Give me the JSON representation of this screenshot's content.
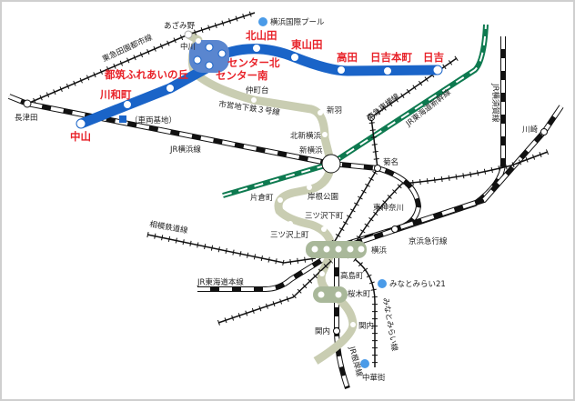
{
  "lines": {
    "blue_line": {
      "color": "#1a64c8"
    },
    "subway_3_color": "#c9cdb2",
    "den_en_toshi": "東急田園都市線",
    "jr_yokohama": "JR横浜線",
    "subway_3": "市営地下鉄３号線",
    "toyoko": "東急東横線",
    "shinkansen": "JR東海道新幹線",
    "shinkansen_color": "#0e7a50",
    "yokosuka": "JR横須賀線",
    "keikyu": "京浜急行線",
    "sotetsu": "相模鉄道線",
    "tokaido": "JR東海道本線",
    "minatomirai": "みなとみらい線",
    "negishi": "JR根岸線"
  },
  "red_stations": [
    "中山",
    "川和町",
    "都筑ふれあいの丘",
    "センター南",
    "センター北",
    "北山田",
    "東山田",
    "高田",
    "日吉本町",
    "日吉"
  ],
  "stations": {
    "nagatsuta": "長津田",
    "azamino": "あざみ野",
    "nakagawa": "中川",
    "nakamachidai": "仲町台",
    "nippa": "新羽",
    "kitashinyokohama": "北新横浜",
    "shinyokohama": "新横浜",
    "kikuna": "菊名",
    "kawasaki": "川崎",
    "higashikanagawa": "東神奈川",
    "kishinekoen": "岸根公園",
    "katakuracho": "片倉町",
    "mitsuzawashimo": "三ツ沢下町",
    "mitsuzawakami": "三ツ沢上町",
    "yokohama": "横浜",
    "takashimacho": "高島町",
    "sakuragicho": "桜木町",
    "kannai": "関内",
    "chukagai": "中華街"
  },
  "landmarks": {
    "pool": "横浜国際プール",
    "depot": "（車両基地）",
    "minatomirai21": "みなとみらい21"
  }
}
